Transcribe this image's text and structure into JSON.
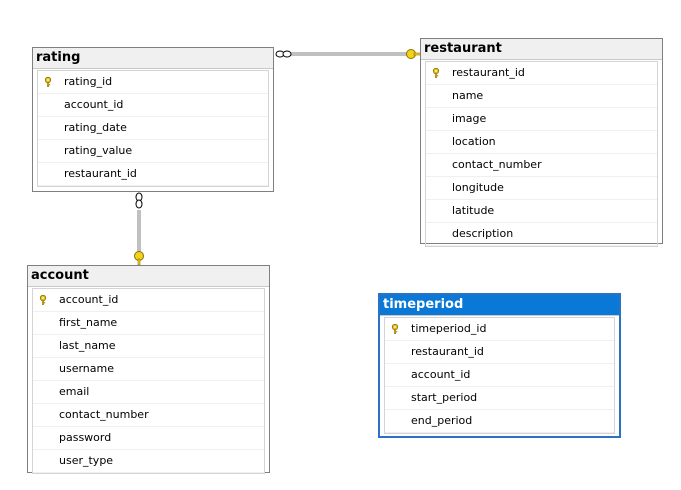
{
  "diagram": {
    "tables": [
      {
        "id": "rating",
        "title": "rating",
        "columns": [
          {
            "name": "rating_id",
            "pk": true
          },
          {
            "name": "account_id",
            "pk": false
          },
          {
            "name": "rating_date",
            "pk": false
          },
          {
            "name": "rating_value",
            "pk": false
          },
          {
            "name": "restaurant_id",
            "pk": false
          }
        ]
      },
      {
        "id": "restaurant",
        "title": "restaurant",
        "columns": [
          {
            "name": "restaurant_id",
            "pk": true
          },
          {
            "name": "name",
            "pk": false
          },
          {
            "name": "image",
            "pk": false
          },
          {
            "name": "location",
            "pk": false
          },
          {
            "name": "contact_number",
            "pk": false
          },
          {
            "name": "longitude",
            "pk": false
          },
          {
            "name": "latitude",
            "pk": false
          },
          {
            "name": "description",
            "pk": false
          }
        ]
      },
      {
        "id": "account",
        "title": "account",
        "columns": [
          {
            "name": "account_id",
            "pk": true
          },
          {
            "name": "first_name",
            "pk": false
          },
          {
            "name": "last_name",
            "pk": false
          },
          {
            "name": "username",
            "pk": false
          },
          {
            "name": "email",
            "pk": false
          },
          {
            "name": "contact_number",
            "pk": false
          },
          {
            "name": "password",
            "pk": false
          },
          {
            "name": "user_type",
            "pk": false
          }
        ]
      },
      {
        "id": "timeperiod",
        "title": "timeperiod",
        "selected": true,
        "columns": [
          {
            "name": "timeperiod_id",
            "pk": true
          },
          {
            "name": "restaurant_id",
            "pk": false
          },
          {
            "name": "account_id",
            "pk": false
          },
          {
            "name": "start_period",
            "pk": false
          },
          {
            "name": "end_period",
            "pk": false
          }
        ]
      }
    ],
    "relationships": [
      {
        "from": "rating",
        "to": "restaurant"
      },
      {
        "from": "rating",
        "to": "account"
      }
    ],
    "colors": {
      "selected_header": "#0a78d7",
      "selected_border": "#2a72c4",
      "key_icon": "#e8c21a",
      "line": "#808080"
    }
  }
}
